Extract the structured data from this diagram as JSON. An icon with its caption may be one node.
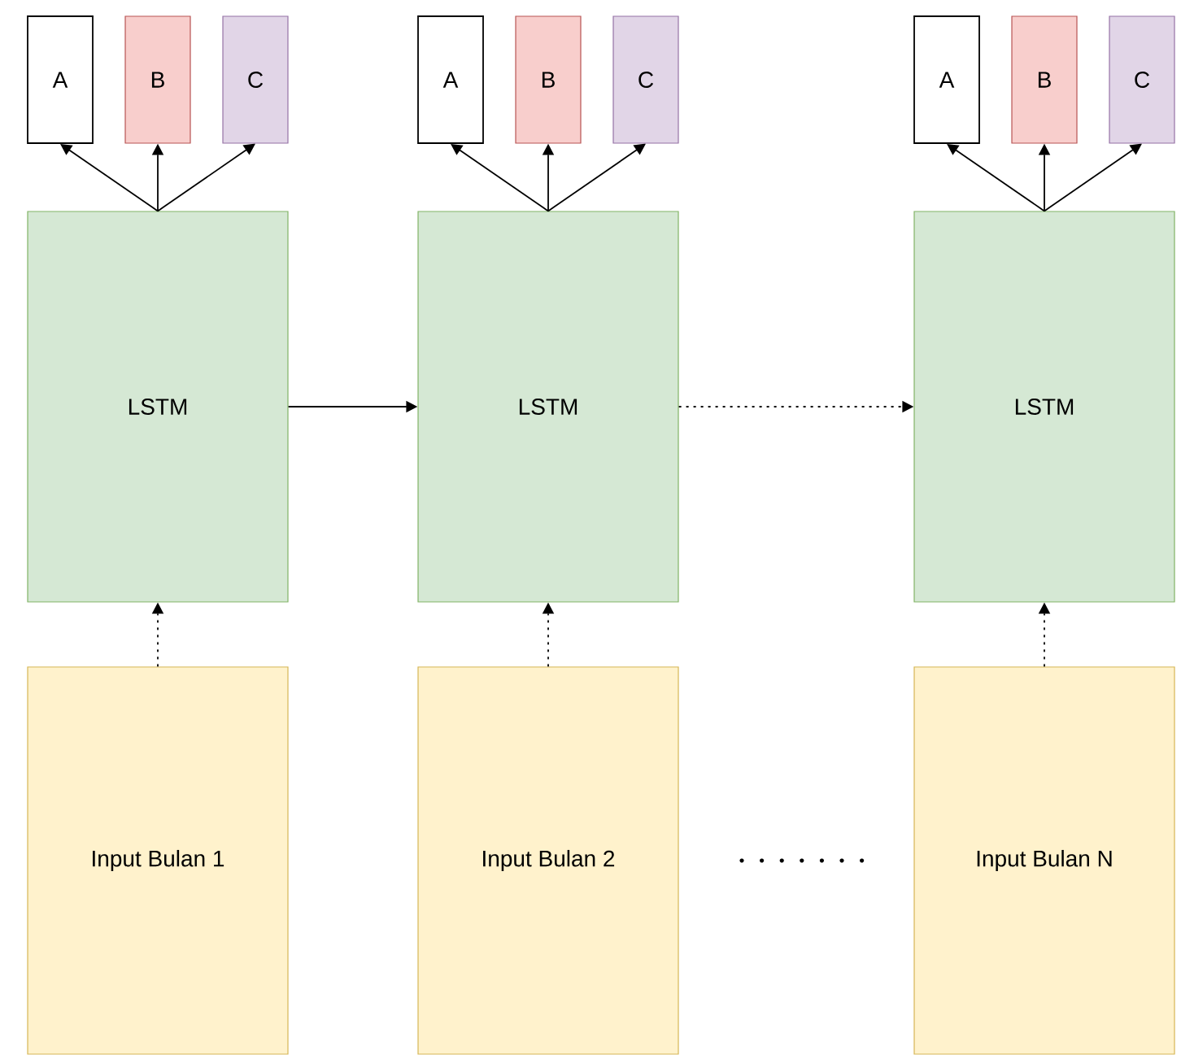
{
  "diagram": {
    "nodes": [
      {
        "text": [
          "A"
        ]
      },
      {
        "text": [
          "B"
        ]
      },
      {
        "text": [
          "C"
        ]
      },
      {
        "text": [
          "A"
        ]
      },
      {
        "text": [
          "B"
        ]
      },
      {
        "text": [
          "C"
        ]
      },
      {
        "text": [
          "A"
        ]
      },
      {
        "text": [
          "B"
        ]
      },
      {
        "text": [
          "C"
        ]
      },
      {
        "text": [
          "LSTM"
        ]
      },
      {
        "text": [
          "LSTM"
        ]
      },
      {
        "text": [
          "LSTM"
        ]
      },
      {
        "text": [
          "Input Bulan 1"
        ]
      },
      {
        "text": [
          "Input Bulan 2"
        ]
      },
      {
        "text": [
          "Input Bulan N"
        ]
      }
    ],
    "edges": [
      {
        "from": 9,
        "to": 0,
        "arrow": "to"
      },
      {
        "from": 9,
        "to": 1,
        "arrow": "to"
      },
      {
        "from": 9,
        "to": 2,
        "arrow": "to"
      },
      {
        "from": 10,
        "to": 3,
        "arrow": "to"
      },
      {
        "from": 10,
        "to": 4,
        "arrow": "to"
      },
      {
        "from": 10,
        "to": 5,
        "arrow": "to"
      },
      {
        "from": 11,
        "to": 6,
        "arrow": "to"
      },
      {
        "from": 11,
        "to": 7,
        "arrow": "to"
      },
      {
        "from": 11,
        "to": 8,
        "arrow": "to"
      },
      {
        "from": 9,
        "to": 10,
        "arrow": "to"
      },
      {
        "from": 10,
        "to": 11,
        "arrow": "to",
        "style": "dashed"
      },
      {
        "from": 12,
        "to": 9,
        "arrow": "to",
        "style": "dashed"
      },
      {
        "from": 13,
        "to": 10,
        "arrow": "to",
        "style": "dashed"
      },
      {
        "from": 14,
        "to": 11,
        "arrow": "to",
        "style": "dashed"
      }
    ]
  }
}
